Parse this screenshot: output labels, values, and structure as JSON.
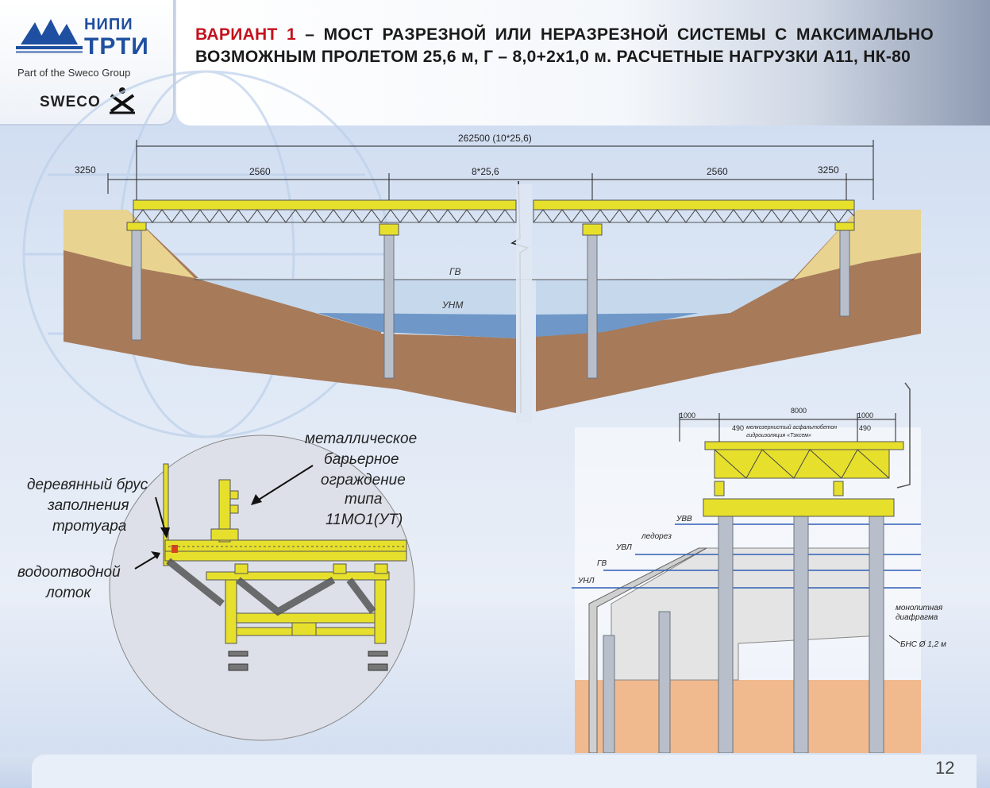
{
  "header": {
    "org_top": "НИПИ",
    "org_main": "ТРТИ",
    "group_text": "Part of the Sweco Group",
    "sweco_text": "SWECO",
    "title_accent": "ВАРИАНТ 1",
    "title_rest": " – МОСТ РАЗРЕЗНОЙ ИЛИ НЕРАЗРЕЗНОЙ СИСТЕМЫ С МАКСИМАЛЬНО ВОЗМОЖНЫМ ПРОЛЕТОМ 25,6 м, Г – 8,0+2х1,0 м. РАСЧЕТНЫЕ НАГРУЗКИ А11, НК-80"
  },
  "elevation": {
    "total_dim": "262500 (10*25,6)",
    "dim_left_end": "3250",
    "dim_left_span": "2560",
    "dim_middle": "8*25,6",
    "dim_right_span": "2560",
    "dim_right_end": "3250",
    "level_gv": "ГВ",
    "level_unm": "УНМ"
  },
  "detail": {
    "label_timber": [
      "деревянный брус",
      "заполнения",
      "тротуара"
    ],
    "label_drain": [
      "водоотводной",
      "лоток"
    ],
    "label_barrier": [
      "металлическое",
      "барьерное",
      "ограждение",
      "типа",
      "11МО1(УТ)"
    ]
  },
  "cross_section": {
    "dim_left": "1000",
    "dim_main": "8000",
    "dim_right": "1000",
    "dim_490_left": "490",
    "dim_490_right": "490",
    "deck_note": [
      "мелкозернистый асфальтобетон",
      "гидроизоляция «Тэхсем»"
    ],
    "level_uvv": "УВВ",
    "level_uvl": "УВЛ",
    "level_gv": "ГВ",
    "level_unl": "УНЛ",
    "ice_cutter": "ледорез",
    "diaphragm": [
      "монолитная",
      "диафрагма"
    ],
    "piles": "БНС Ø 1,2 м"
  },
  "footer": {
    "page_number": "12"
  },
  "colors": {
    "accent": "#c3121d",
    "steel": "#e6e02c",
    "water": "#5f8fc4",
    "soil": "#a77a5a"
  }
}
